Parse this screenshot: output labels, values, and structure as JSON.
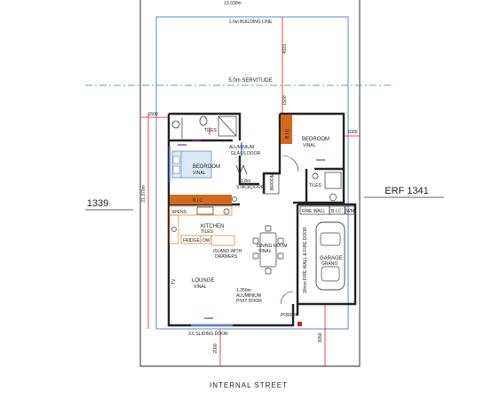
{
  "plan": {
    "dims": {
      "top_width": "13.030m",
      "left_height": "21.370m",
      "left_offset": "1500",
      "right_offset": "1000",
      "north_offset": "4931",
      "mid_offset": "1500",
      "south_left": "2000",
      "south_right": "3050"
    },
    "lines": {
      "building_line": "1.0m BUILDING LINE",
      "servitude": "5.0m SERVITUDE"
    },
    "neighbours": {
      "left": "1339",
      "right": "ERF 1341"
    },
    "street": "INTERNAL STREET",
    "rooms": {
      "bath_tiles": "TILES",
      "glass_door_1": "ALUMINIUM",
      "glass_door_2": "GLASS DOOR",
      "bedroom1_name": "BEDROOM",
      "bedroom1_floor": "VINAL",
      "bedroom2_name": "BEDROOM",
      "bedroom2_floor": "VINAL",
      "bic_1": "B.I.C",
      "bic_2": "B.I.C",
      "bic_3": "B.I.C",
      "stackdoor_1": "1.8m",
      "stackdoor_2": "STACKDOOR",
      "broom": "BROOM",
      "ensuite_tiles": "TILES",
      "fire_wall": "FIRE WALL",
      "wm": "WM",
      "spens": "SPENS",
      "kitchen_name": "KITCHEN",
      "kitchen_floor": "TILES",
      "fridge": "FRIDGE",
      "oven": "OW",
      "island_1": "ISLAND WITH",
      "island_2": "DRAWERS",
      "dining_name": "DINING ROOM",
      "dining_floor": "VINAL",
      "garage_name": "GARAGE",
      "garage_floor": "GRANO",
      "garage_side": "30min FIRE WALL & FIRE DOOR",
      "lounge_name": "LOUNGE",
      "lounge_floor": "VINAL",
      "tv": "TV",
      "pivot_1": "1.350m",
      "pivot_2": "ALUMINIUM",
      "pivot_3": "PIVIT DOOR",
      "porch": "PORCH",
      "sliding": "3.6 SLIDING DOOR"
    }
  }
}
